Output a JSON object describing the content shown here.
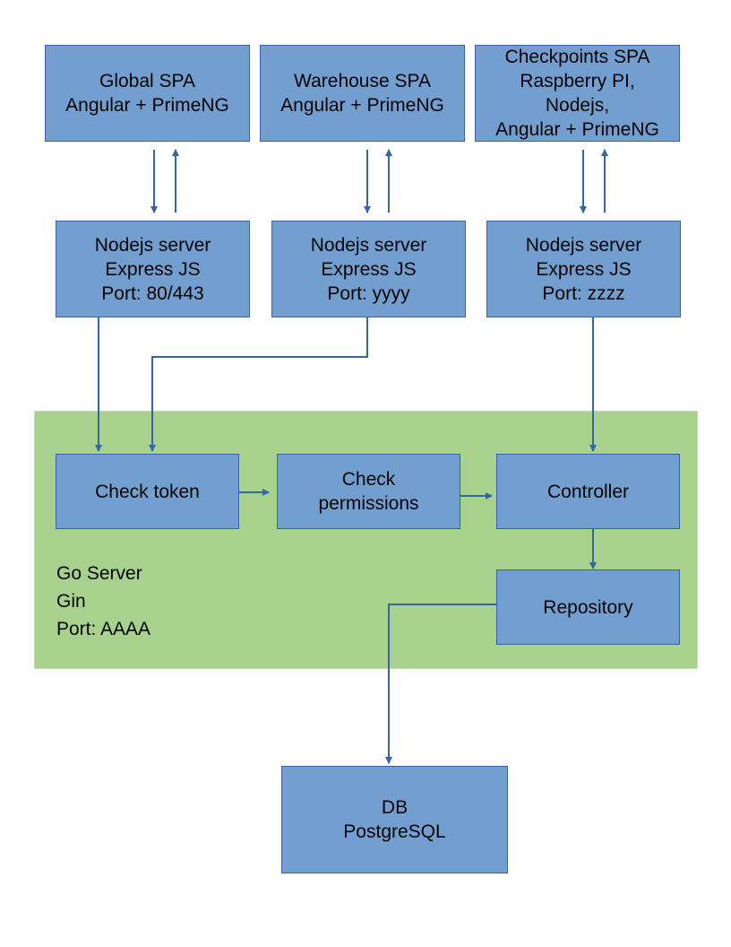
{
  "colors": {
    "box_fill": "#729fcf",
    "box_border": "#3465a4",
    "zone_fill": "#a9d18e",
    "connector": "#3465a4"
  },
  "clients": {
    "global_spa": {
      "lines": [
        "Global SPA",
        "Angular + PrimeNG"
      ]
    },
    "warehouse_spa": {
      "lines": [
        "Warehouse SPA",
        "Angular + PrimeNG"
      ]
    },
    "checkpoints_spa": {
      "lines": [
        "Checkpoints SPA",
        "Raspberry PI,",
        "Nodejs,",
        "Angular + PrimeNG"
      ]
    }
  },
  "node_servers": {
    "global": {
      "lines": [
        "Nodejs server",
        "Express JS",
        "Port: 80/443"
      ]
    },
    "warehouse": {
      "lines": [
        "Nodejs server",
        "Express JS",
        "Port: yyyy"
      ]
    },
    "checkpoints": {
      "lines": [
        "Nodejs server",
        "Express JS",
        "Port: zzzz"
      ]
    }
  },
  "go_server": {
    "label_lines": [
      "Go Server",
      "Gin",
      "Port: AAAA"
    ],
    "check_token": {
      "lines": [
        "Check token"
      ]
    },
    "check_permissions": {
      "lines": [
        "Check",
        "permissions"
      ]
    },
    "controller": {
      "lines": [
        "Controller"
      ]
    },
    "repository": {
      "lines": [
        "Repository"
      ]
    }
  },
  "database": {
    "lines": [
      "DB",
      "PostgreSQL"
    ]
  }
}
